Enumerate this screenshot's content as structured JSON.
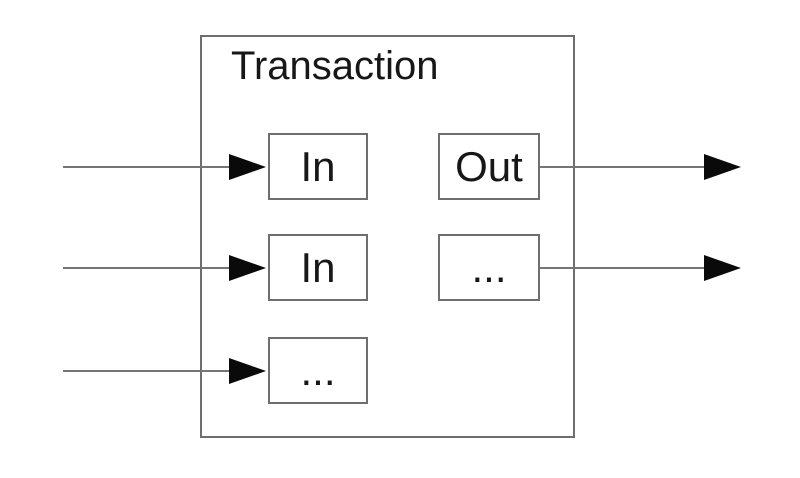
{
  "diagram": {
    "title": "Transaction",
    "input_boxes": [
      {
        "label": "In"
      },
      {
        "label": "In"
      },
      {
        "label": "..."
      }
    ],
    "output_boxes": [
      {
        "label": "Out"
      },
      {
        "label": "..."
      }
    ],
    "arrows": {
      "incoming_count": 3,
      "outgoing_count": 2
    },
    "colors": {
      "background": "#ffffff",
      "box_border": "#6e6e6e",
      "arrow_line": "#757575",
      "arrowhead": "#0a0a0a",
      "text": "#171717"
    }
  }
}
